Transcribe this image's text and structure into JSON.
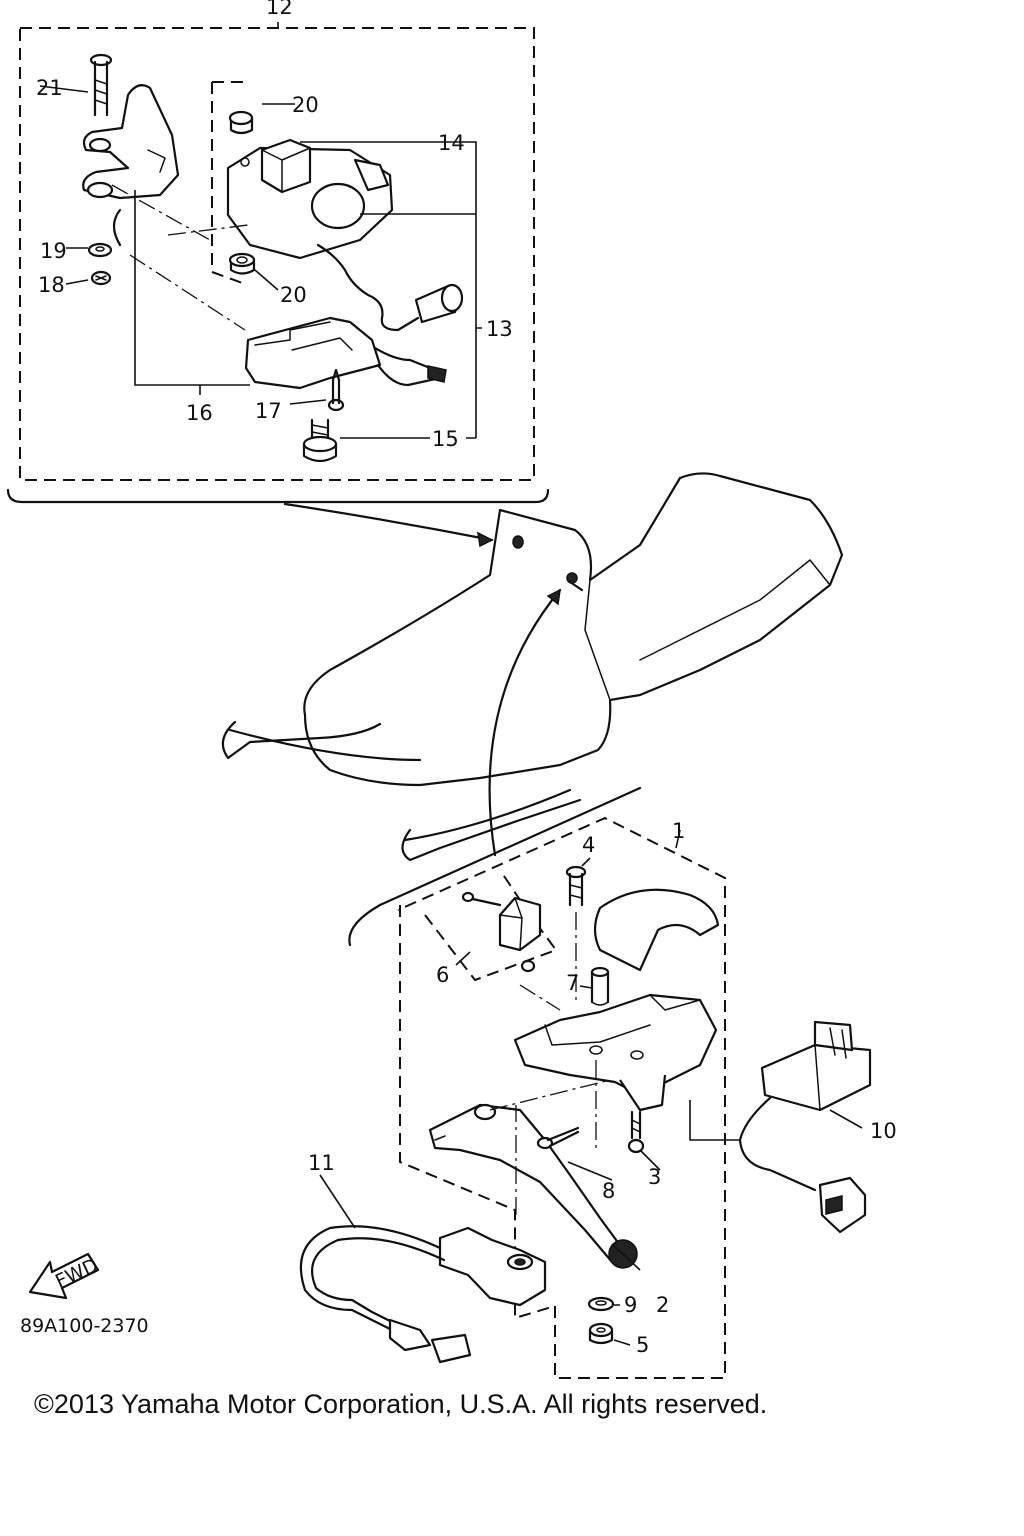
{
  "callouts": {
    "c1": "1",
    "c2": "2",
    "c3": "3",
    "c4": "4",
    "c5": "5",
    "c6": "6",
    "c7": "7",
    "c8": "8",
    "c9": "9",
    "c10": "10",
    "c11": "11",
    "c12": "12",
    "c13": "13",
    "c14": "14",
    "c15": "15",
    "c16": "16",
    "c17": "17",
    "c18": "18",
    "c19": "19",
    "c20a": "20",
    "c20b": "20",
    "c21": "21"
  },
  "fwd_label": "FWD",
  "drawing_code": "89A100-2370",
  "copyright": "©2013 Yamaha Motor Corporation, U.S.A. All rights reserved."
}
